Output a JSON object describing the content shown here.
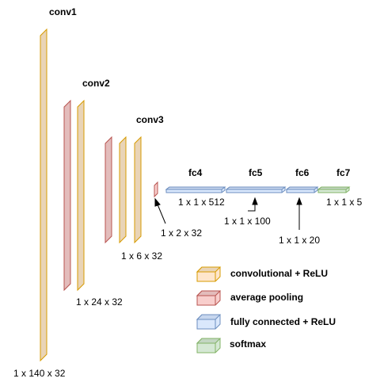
{
  "layers": {
    "conv1": "conv1",
    "conv2": "conv2",
    "conv3": "conv3",
    "fc4": "fc4",
    "fc5": "fc5",
    "fc6": "fc6",
    "fc7": "fc7"
  },
  "dims": {
    "conv1": "1 x 140 x 32",
    "conv2": "1 x 24 x 32",
    "conv3": "1 x 6 x 32",
    "pool3": "1 x 2 x 32",
    "fc4": "1 x 1 x 512",
    "fc5": "1 x 1 x 100",
    "fc6": "1 x 1 x 20",
    "fc7": "1 x 1 x 5"
  },
  "legend": {
    "conv": "convolutional + ReLU",
    "pool": "average pooling",
    "fc": "fully connected + ReLU",
    "softmax": "softmax"
  },
  "colors": {
    "conv_fill": "#ffe6cc",
    "conv_face": "#e9d4b7",
    "conv_stroke": "#d79b00",
    "pool_fill": "#f8cecc",
    "pool_face": "#e3bcbb",
    "pool_stroke": "#b85450",
    "fc_fill": "#dae8fc",
    "fc_face": "#c7d6ee",
    "fc_stroke": "#6c8ebf",
    "softmax_fill": "#d5e8d4",
    "softmax_face": "#c3d6c2",
    "softmax_stroke": "#82b366"
  }
}
